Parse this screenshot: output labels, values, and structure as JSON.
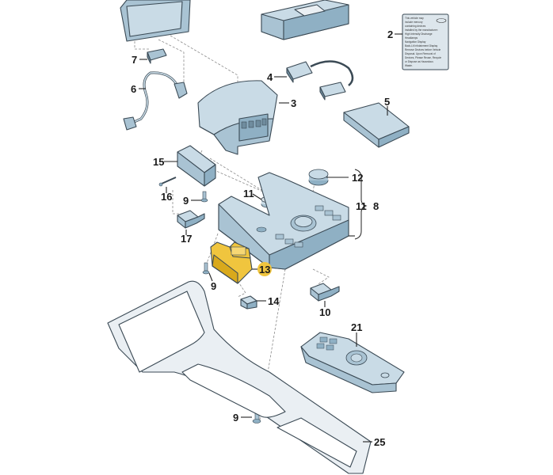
{
  "diagram": {
    "type": "exploded-parts-diagram",
    "highlight_color": "#f0c53e",
    "part_color": "#c9dbe6",
    "callouts": [
      {
        "id": "c2",
        "label": "2"
      },
      {
        "id": "c3",
        "label": "3"
      },
      {
        "id": "c4",
        "label": "4"
      },
      {
        "id": "c5",
        "label": "5"
      },
      {
        "id": "c6",
        "label": "6"
      },
      {
        "id": "c7",
        "label": "7"
      },
      {
        "id": "c8",
        "label": "8"
      },
      {
        "id": "c9a",
        "label": "9"
      },
      {
        "id": "c9b",
        "label": "9"
      },
      {
        "id": "c9c",
        "label": "9"
      },
      {
        "id": "c10",
        "label": "10"
      },
      {
        "id": "c11a",
        "label": "11"
      },
      {
        "id": "c11b",
        "label": "11"
      },
      {
        "id": "c12",
        "label": "12"
      },
      {
        "id": "c13",
        "label": "13"
      },
      {
        "id": "c14",
        "label": "14"
      },
      {
        "id": "c15",
        "label": "15"
      },
      {
        "id": "c16",
        "label": "16"
      },
      {
        "id": "c17",
        "label": "17"
      },
      {
        "id": "c21",
        "label": "21"
      },
      {
        "id": "c25",
        "label": "25"
      }
    ],
    "highlighted_callout": "13",
    "warning_label": {
      "lines": [
        "This vehicle may",
        "include mercury",
        "containing devices",
        "installed by the manufacturer:",
        "High Intensity Discharge",
        "Headlamps",
        "Navigation Display",
        "Back-Lit Infotainment Display",
        "Remove Devices before Vehicle",
        "Disposal. Upon Removal of",
        "Devices, Please Reuse, Recycle",
        "or Dispose as Hazardous",
        "Waste."
      ]
    }
  }
}
